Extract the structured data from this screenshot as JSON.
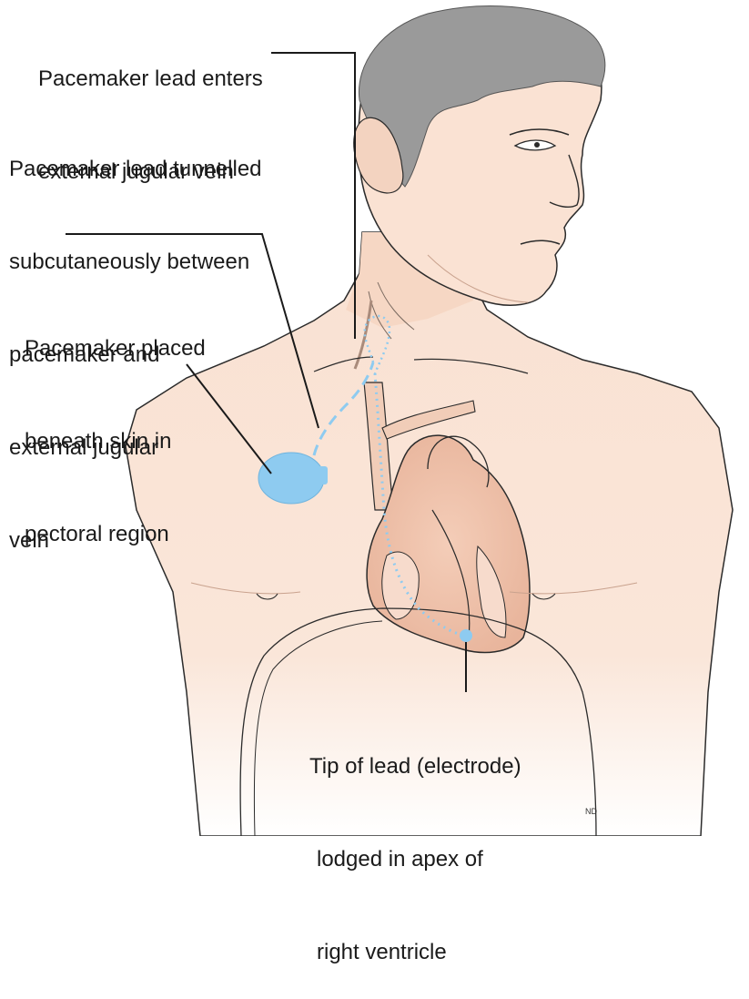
{
  "labels": {
    "jugular_entry": {
      "line1": "Pacemaker lead enters",
      "line2": "external jugular vein"
    },
    "tunnel": {
      "line1": "Pacemaker lead tunnelled",
      "line2": "subcutaneously between",
      "line3": "pacemaker and",
      "line4": "external jugular",
      "line5": "vein"
    },
    "pacemaker": {
      "line1": "Pacemaker placed",
      "line2": "beneath skin in",
      "line3": "pectoral region"
    },
    "tip": {
      "line1": "Tip of lead (electrode)",
      "line2": "lodged in apex of",
      "line3": "right ventricle"
    }
  },
  "signature": "ND",
  "colors": {
    "skin": "#f9e1d2",
    "skin_shadow": "#f1cdb8",
    "hair": "#9a9a9a",
    "heart": "#efc1aa",
    "device": "#8ecbf0",
    "lead": "#8ecbf0",
    "outline": "#2b2b2b",
    "text": "#1a1a1a"
  },
  "icons": {
    "pacemaker_device": "pacemaker-device-icon",
    "electrode_tip": "electrode-dot-icon"
  }
}
